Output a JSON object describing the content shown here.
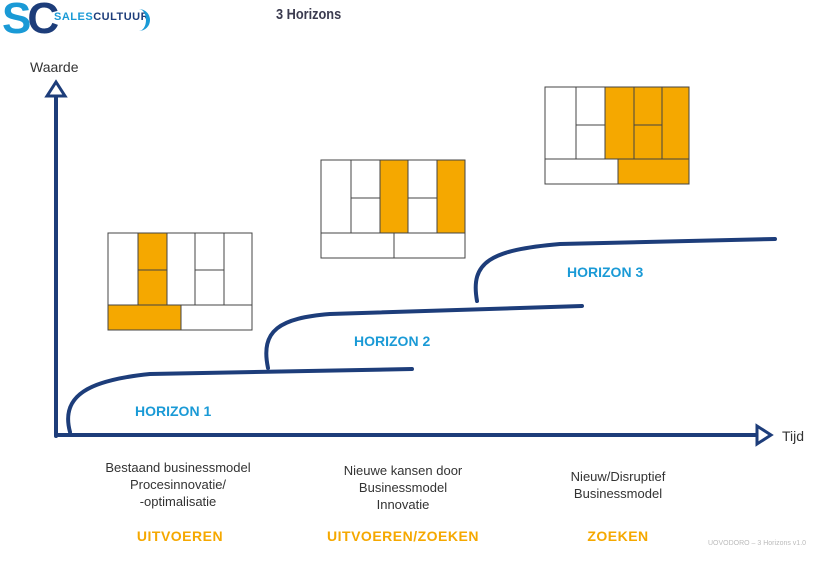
{
  "header": {
    "logo_sc": "SC",
    "logo_sales": "SALES",
    "logo_cultuur": "CULTUUR",
    "title": "3 Horizons"
  },
  "axes": {
    "y_label": "Waarde",
    "x_label": "Tijd"
  },
  "horizons": [
    {
      "label": "HORIZON 1",
      "description": [
        "Bestaand businessmodel",
        "Procesinnovatie/",
        "-optimalisatie"
      ],
      "action": "UITVOEREN"
    },
    {
      "label": "HORIZON 2",
      "description": [
        "Nieuwe kansen door",
        "Businessmodel",
        "Innovatie"
      ],
      "action": "UITVOEREN/ZOEKEN"
    },
    {
      "label": "HORIZON 3",
      "description": [
        "Nieuw/Disruptief",
        "Businessmodel"
      ],
      "action": "ZOEKEN"
    }
  ],
  "footer": "UOVODORO – 3 Horizons v1.0",
  "colors": {
    "navy": "#1d3d7a",
    "blue": "#1a9ad6",
    "orange": "#f5a800"
  }
}
